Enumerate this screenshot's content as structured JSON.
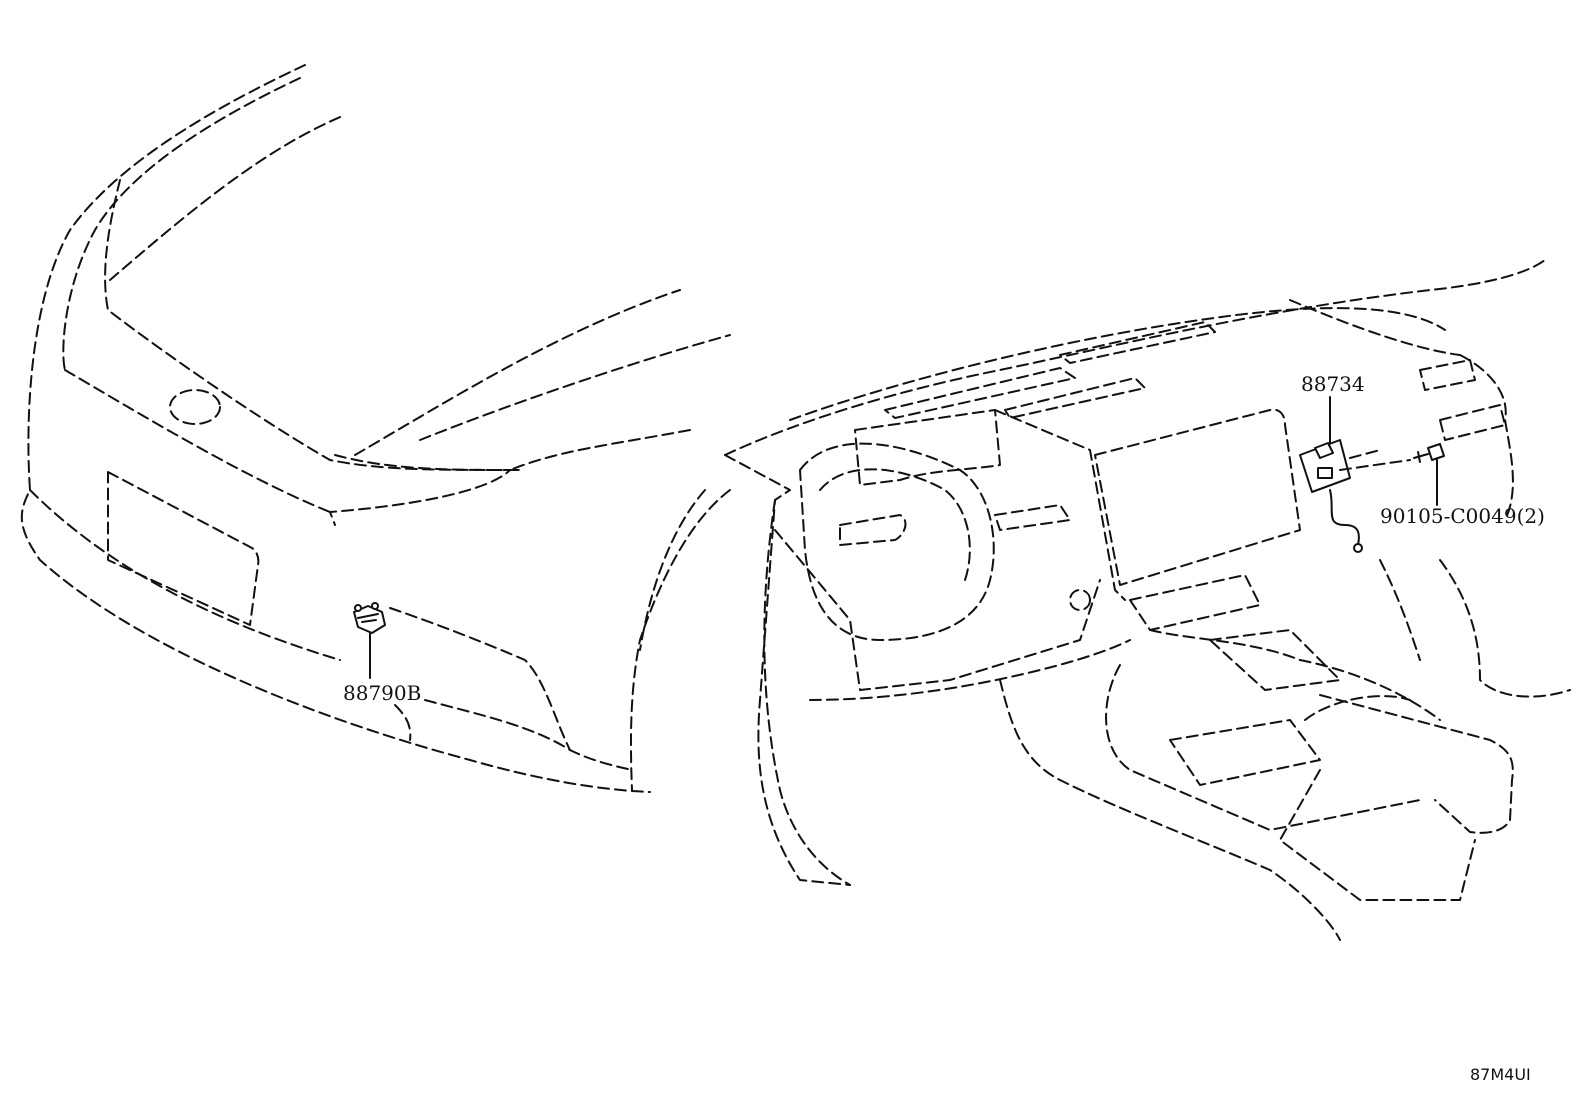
{
  "labels": {
    "sensor": "88790B",
    "module": "88734",
    "bolt": "90105-C0049(2)",
    "code": "87M4UI"
  },
  "colors": {
    "line": "#111111",
    "background": "#ffffff"
  }
}
